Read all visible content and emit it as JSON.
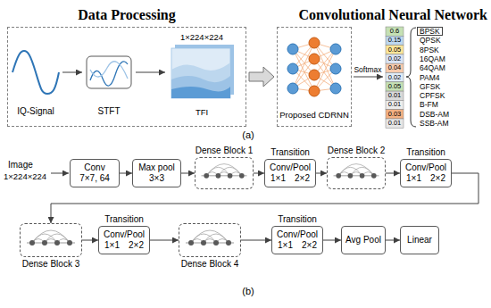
{
  "diagram": {
    "nodes": [
      {
        "text": [
          "Data Processing"
        ]
      },
      {
        "text": [
          "IQ-Signal"
        ],
        "in": 0
      },
      {
        "text": [
          "STFT"
        ],
        "in": 0
      },
      {
        "text": [
          "1×224×224",
          "TFI"
        ],
        "in": 0
      },
      {
        "text": [
          "Convolutional Neural Network",
          "Proposed CDRNN"
        ]
      },
      {
        "text": [
          "Conv",
          "7×7, 64"
        ]
      },
      {
        "text": [
          "Max pool",
          "3×3"
        ]
      },
      {
        "text": [
          "Dense Block 1"
        ]
      },
      {
        "text": [
          "Transition",
          "Conv/Pool",
          "1×1",
          "2×2"
        ]
      },
      {
        "text": [
          "Dense Block 2"
        ]
      },
      {
        "text": [
          "Transition",
          "Conv/Pool",
          "1×1",
          "2×2"
        ]
      },
      {
        "text": [
          "Dense Block 3"
        ]
      },
      {
        "text": [
          "Transition",
          "Conv/Pool",
          "1×1",
          "2×2"
        ]
      },
      {
        "text": [
          "Dense Block 4"
        ]
      },
      {
        "text": [
          "Transition",
          "Conv/Pool",
          "1×1",
          "2×2"
        ]
      },
      {
        "text": [
          "Avg Pool"
        ]
      },
      {
        "text": [
          "Linear"
        ]
      }
    ],
    "edges": [
      {
        "from": 1,
        "to": 2,
        "arrow": "to"
      },
      {
        "from": 2,
        "to": 3,
        "arrow": "to"
      },
      {
        "from": 0,
        "to": 4,
        "arrow": "to"
      },
      {
        "from": 5,
        "to": 6,
        "arrow": "to"
      },
      {
        "from": 6,
        "to": 7,
        "arrow": "to"
      },
      {
        "from": 7,
        "to": 8,
        "arrow": "to"
      },
      {
        "from": 8,
        "to": 9,
        "arrow": "to"
      },
      {
        "from": 9,
        "to": 10,
        "arrow": "to"
      },
      {
        "from": 10,
        "to": 11,
        "arrow": "to"
      },
      {
        "from": 11,
        "to": 12,
        "arrow": "to"
      },
      {
        "from": 12,
        "to": 13,
        "arrow": "to"
      },
      {
        "from": 13,
        "to": 14,
        "arrow": "to"
      },
      {
        "from": 14,
        "to": 15,
        "arrow": "to"
      },
      {
        "from": 15,
        "to": 16,
        "arrow": "to"
      }
    ],
    "labels": [
      "Softmax",
      "0.6",
      "0.15",
      "0.05",
      "0.02",
      "0.04",
      "0.02",
      "0.05",
      "0.01",
      "0.01",
      "0.03",
      "0.01",
      "BPSK",
      "QPSK",
      "8PSK",
      "16QAM",
      "64QAM",
      "PAM4",
      "GFSK",
      "CPFSK",
      "B-FM",
      "DSB-AM",
      "SSB-AM",
      "(a)",
      "Image",
      "1×224×224",
      "(b)"
    ]
  }
}
